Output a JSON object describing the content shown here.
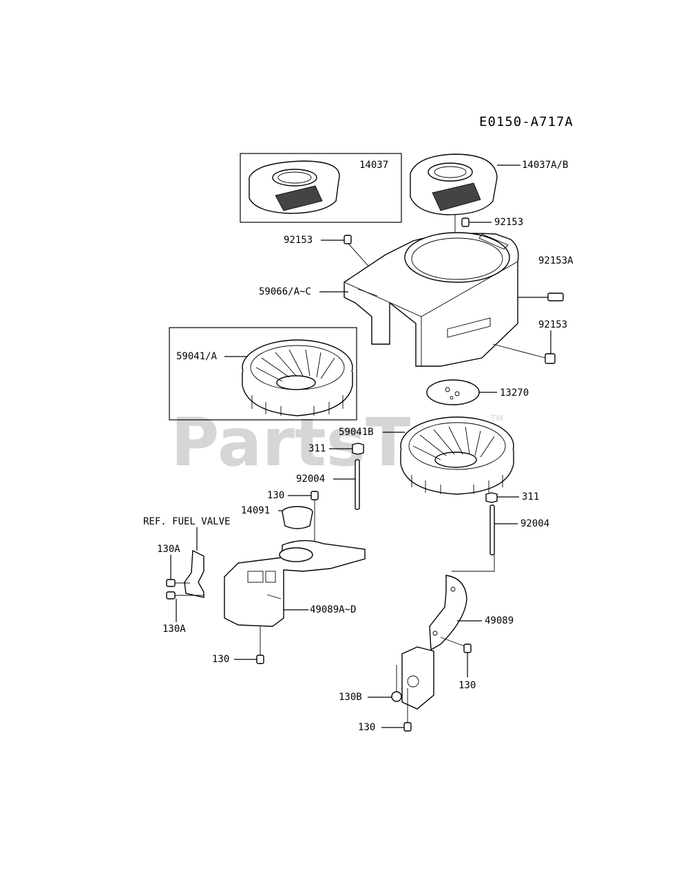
{
  "diagram_code": "E0150-A717A",
  "watermark": "PartsTr",
  "watermark_tm": "TM",
  "labels": {
    "p14037": "14037",
    "p14037ab": "14037A/B",
    "p92153_top": "92153",
    "p92153_left": "92153",
    "p92153a": "92153A",
    "p59066": "59066/A~C",
    "p92153_right": "92153",
    "p59041a": "59041/A",
    "p13270": "13270",
    "p59041b": "59041B",
    "p311_left": "311",
    "p92004_left": "92004",
    "p130_top": "130",
    "p311_right": "311",
    "p14091": "14091",
    "ref_fuel_valve": "REF. FUEL VALVE",
    "p92004_right": "92004",
    "p130a_top": "130A",
    "p49089ad": "49089A~D",
    "p49089": "49089",
    "p130a_bottom": "130A",
    "p130_left_bottom": "130",
    "p130_right": "130",
    "p130b": "130B",
    "p130_bottom": "130"
  }
}
